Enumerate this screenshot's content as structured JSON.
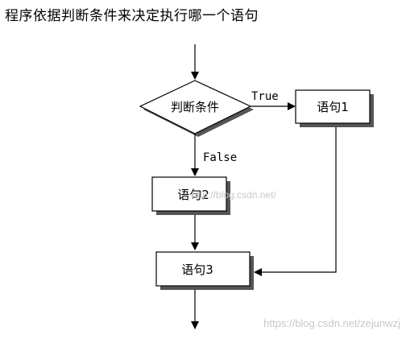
{
  "caption": "程序依据判断条件来决定执行哪一个语句",
  "nodes": {
    "condition": "判断条件",
    "statement1": "语句1",
    "statement2": "语句2",
    "statement3": "语句3"
  },
  "edges": {
    "true_label": "True",
    "false_label": "False"
  },
  "watermarks": {
    "center": "http://blog.csdn.net/",
    "bottom": "https://blog.csdn.net/zejunwzj"
  },
  "colors": {
    "line": "#000000",
    "box_fill": "#ffffff",
    "box_shadow": "#555555",
    "watermark": "#c8c8c8"
  }
}
